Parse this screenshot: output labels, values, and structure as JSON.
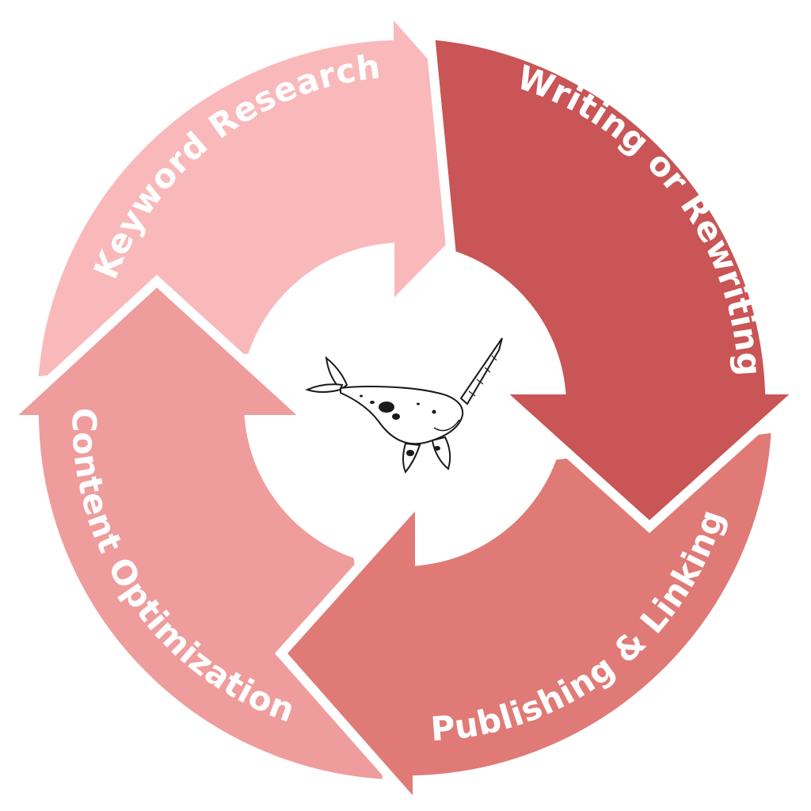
{
  "diagram": {
    "stages": [
      {
        "label": "Keyword Research",
        "color": "#f9b9bb"
      },
      {
        "label": "Writing or Rewriting",
        "color": "#c95556"
      },
      {
        "label": "Publishing & Linking",
        "color": "#e07a76"
      },
      {
        "label": "Content Optimization",
        "color": "#ef9c9d"
      }
    ],
    "center_icon": "narwhal-icon"
  }
}
